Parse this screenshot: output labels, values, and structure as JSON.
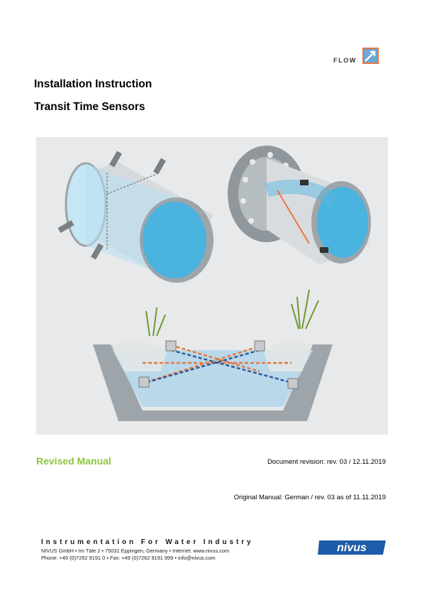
{
  "header": {
    "flow_label": "FLOW"
  },
  "title": {
    "line1": "Installation Instruction",
    "line2": "Transit Time Sensors"
  },
  "manual": {
    "revised": "Revised Manual",
    "document_revision": "Document revision: rev. 03 / 12.11.2019",
    "original": "Original Manual: German / rev. 03 as of 11.11.2019"
  },
  "footer": {
    "heading": "Instrumentation For Water Industry",
    "address": "NIVUS GmbH • Im Täle 2 • 75031 Eppingen, Germany • Internet: www.nivus.com",
    "contact": "Phone: +49 (0)7262 9191 0 • Fax: +49 (0)7262 9191 999 • info@nivus.com",
    "logo_text": "nivus"
  },
  "colors": {
    "accent_green": "#8dc63f",
    "logo_blue": "#1e5ba8",
    "water_blue": "#5bb8e0",
    "signal_orange": "#e8773a"
  }
}
